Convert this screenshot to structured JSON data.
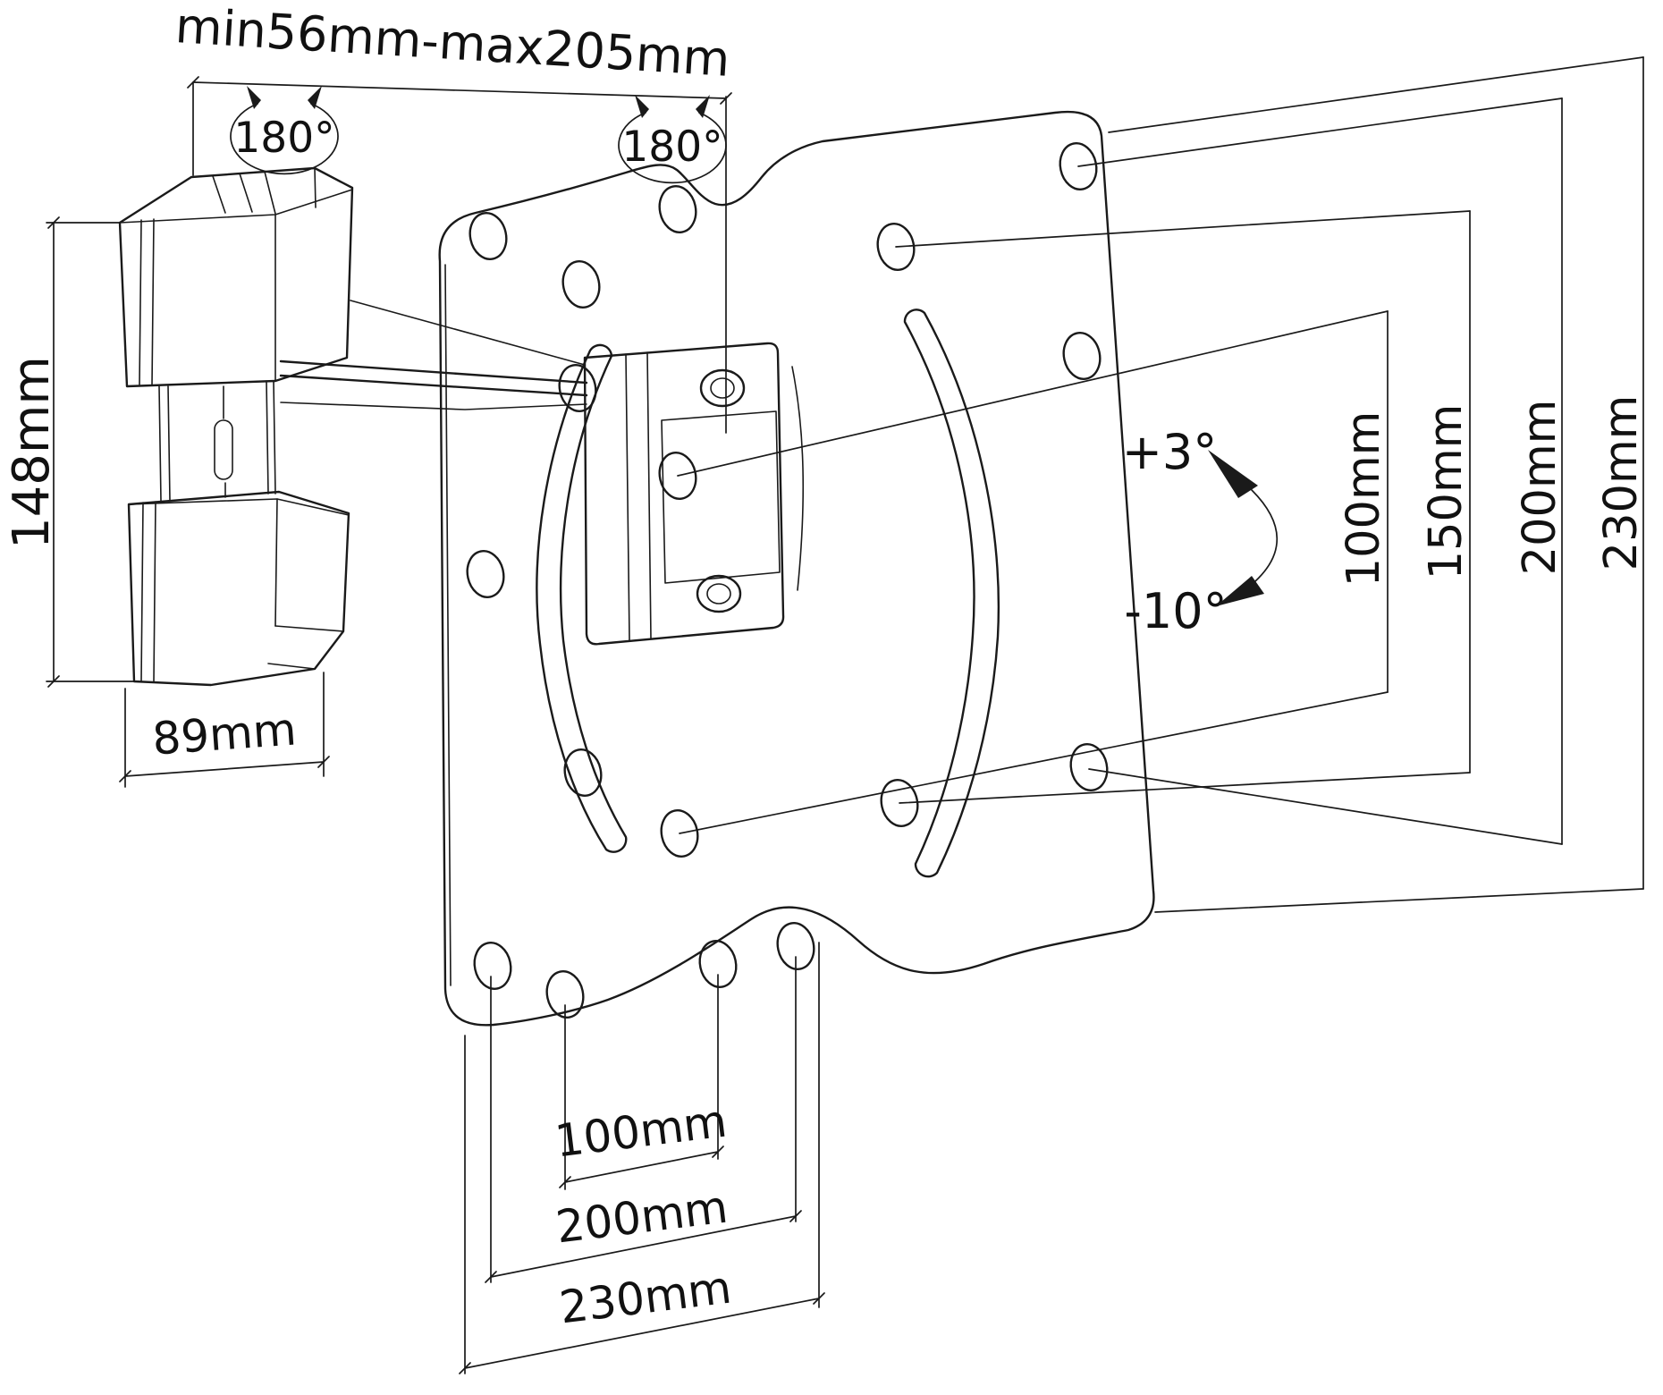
{
  "labels": {
    "extension_range": "min56mm-max205mm",
    "swivel_left": "180°",
    "swivel_right": "180°",
    "bracket_height": "148mm",
    "wall_plate_width": "89mm",
    "tilt_up": "+3°",
    "tilt_down": "-10°",
    "vesa_vertical": [
      "100mm",
      "150mm",
      "200mm",
      "230mm"
    ],
    "vesa_horizontal": [
      "100mm",
      "200mm",
      "230mm"
    ]
  },
  "colors": {
    "line": "#1a1a1a",
    "background": "#ffffff"
  }
}
